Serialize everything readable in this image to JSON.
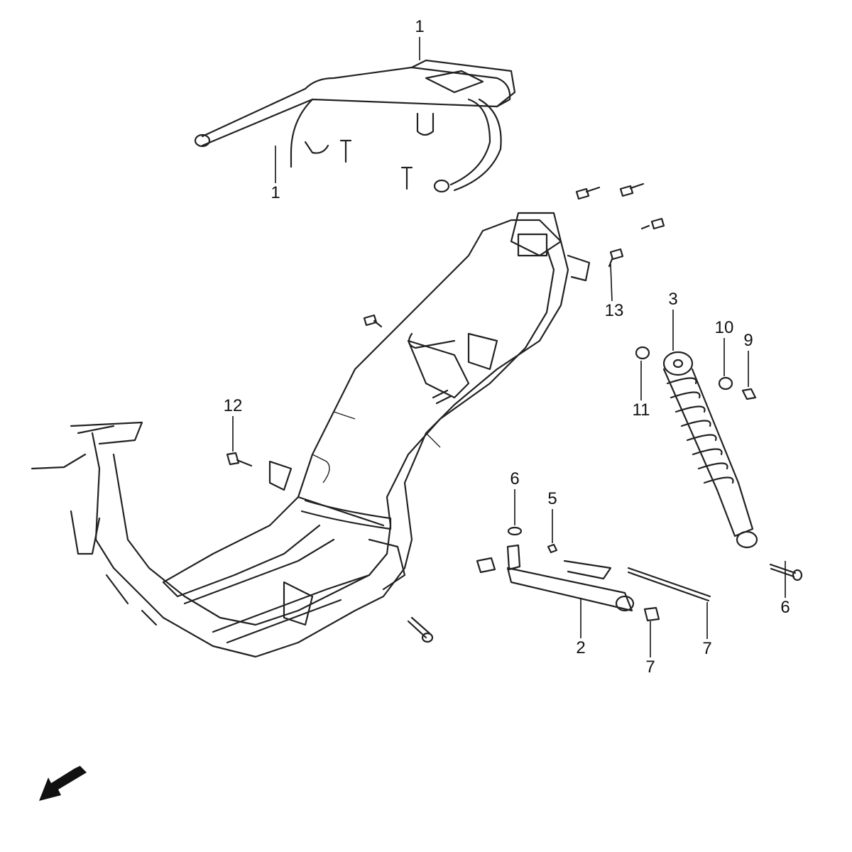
{
  "callouts": [
    {
      "id": "c1a",
      "text": "1"
    },
    {
      "id": "c1b",
      "text": "1"
    },
    {
      "id": "c13",
      "text": "13"
    },
    {
      "id": "c3",
      "text": "3"
    },
    {
      "id": "c10",
      "text": "10"
    },
    {
      "id": "c9",
      "text": "9"
    },
    {
      "id": "c11",
      "text": "11"
    },
    {
      "id": "c12",
      "text": "12"
    },
    {
      "id": "c6a",
      "text": "6"
    },
    {
      "id": "c5",
      "text": "5"
    },
    {
      "id": "c2",
      "text": "2"
    },
    {
      "id": "c7a",
      "text": "7"
    },
    {
      "id": "c7b",
      "text": "7"
    },
    {
      "id": "c6b",
      "text": "6"
    }
  ],
  "icons": {
    "direction_arrow": "front-direction-arrow-icon"
  }
}
